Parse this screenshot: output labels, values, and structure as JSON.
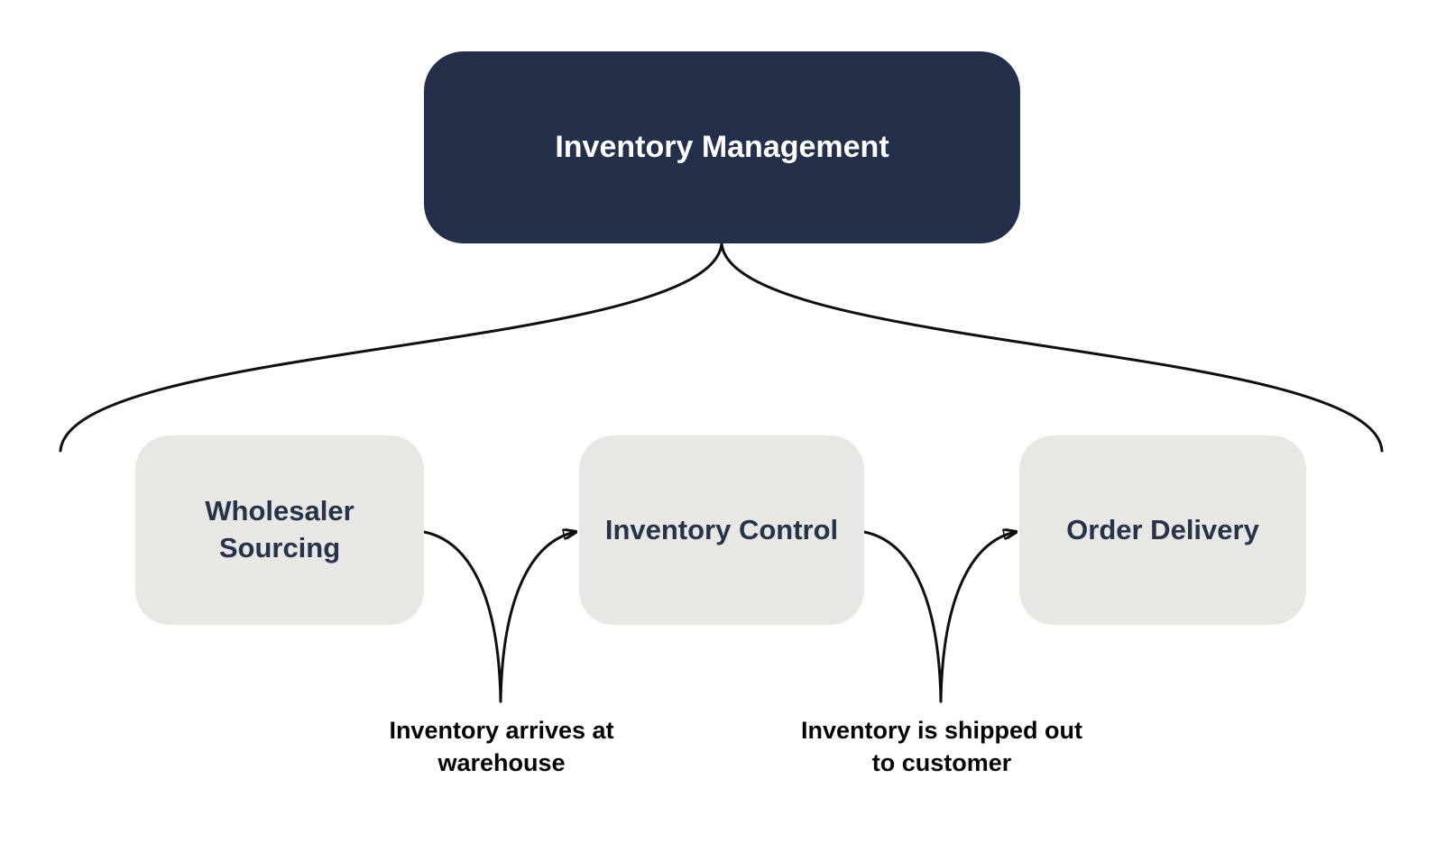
{
  "diagram": {
    "root": {
      "label": "Inventory Management"
    },
    "nodes": [
      {
        "id": "wholesaler-sourcing",
        "label": "Wholesaler Sourcing"
      },
      {
        "id": "inventory-control",
        "label": "Inventory Control"
      },
      {
        "id": "order-delivery",
        "label": "Order Delivery"
      }
    ],
    "edges": [
      {
        "from": "wholesaler-sourcing",
        "to": "inventory-control",
        "label": "Inventory arrives at warehouse",
        "label_lines": [
          "Inventory arrives at",
          "warehouse"
        ]
      },
      {
        "from": "inventory-control",
        "to": "order-delivery",
        "label": "Inventory is shipped out to customer",
        "label_lines": [
          "Inventory is shipped out",
          "to customer"
        ]
      }
    ],
    "colors": {
      "background": "#ffffff",
      "root_fill": "#24304A",
      "root_text": "#ffffff",
      "node_fill": "#E8E7E3",
      "node_text": "#25334B",
      "line": "#0f0f0f",
      "label_text": "#050505"
    }
  }
}
